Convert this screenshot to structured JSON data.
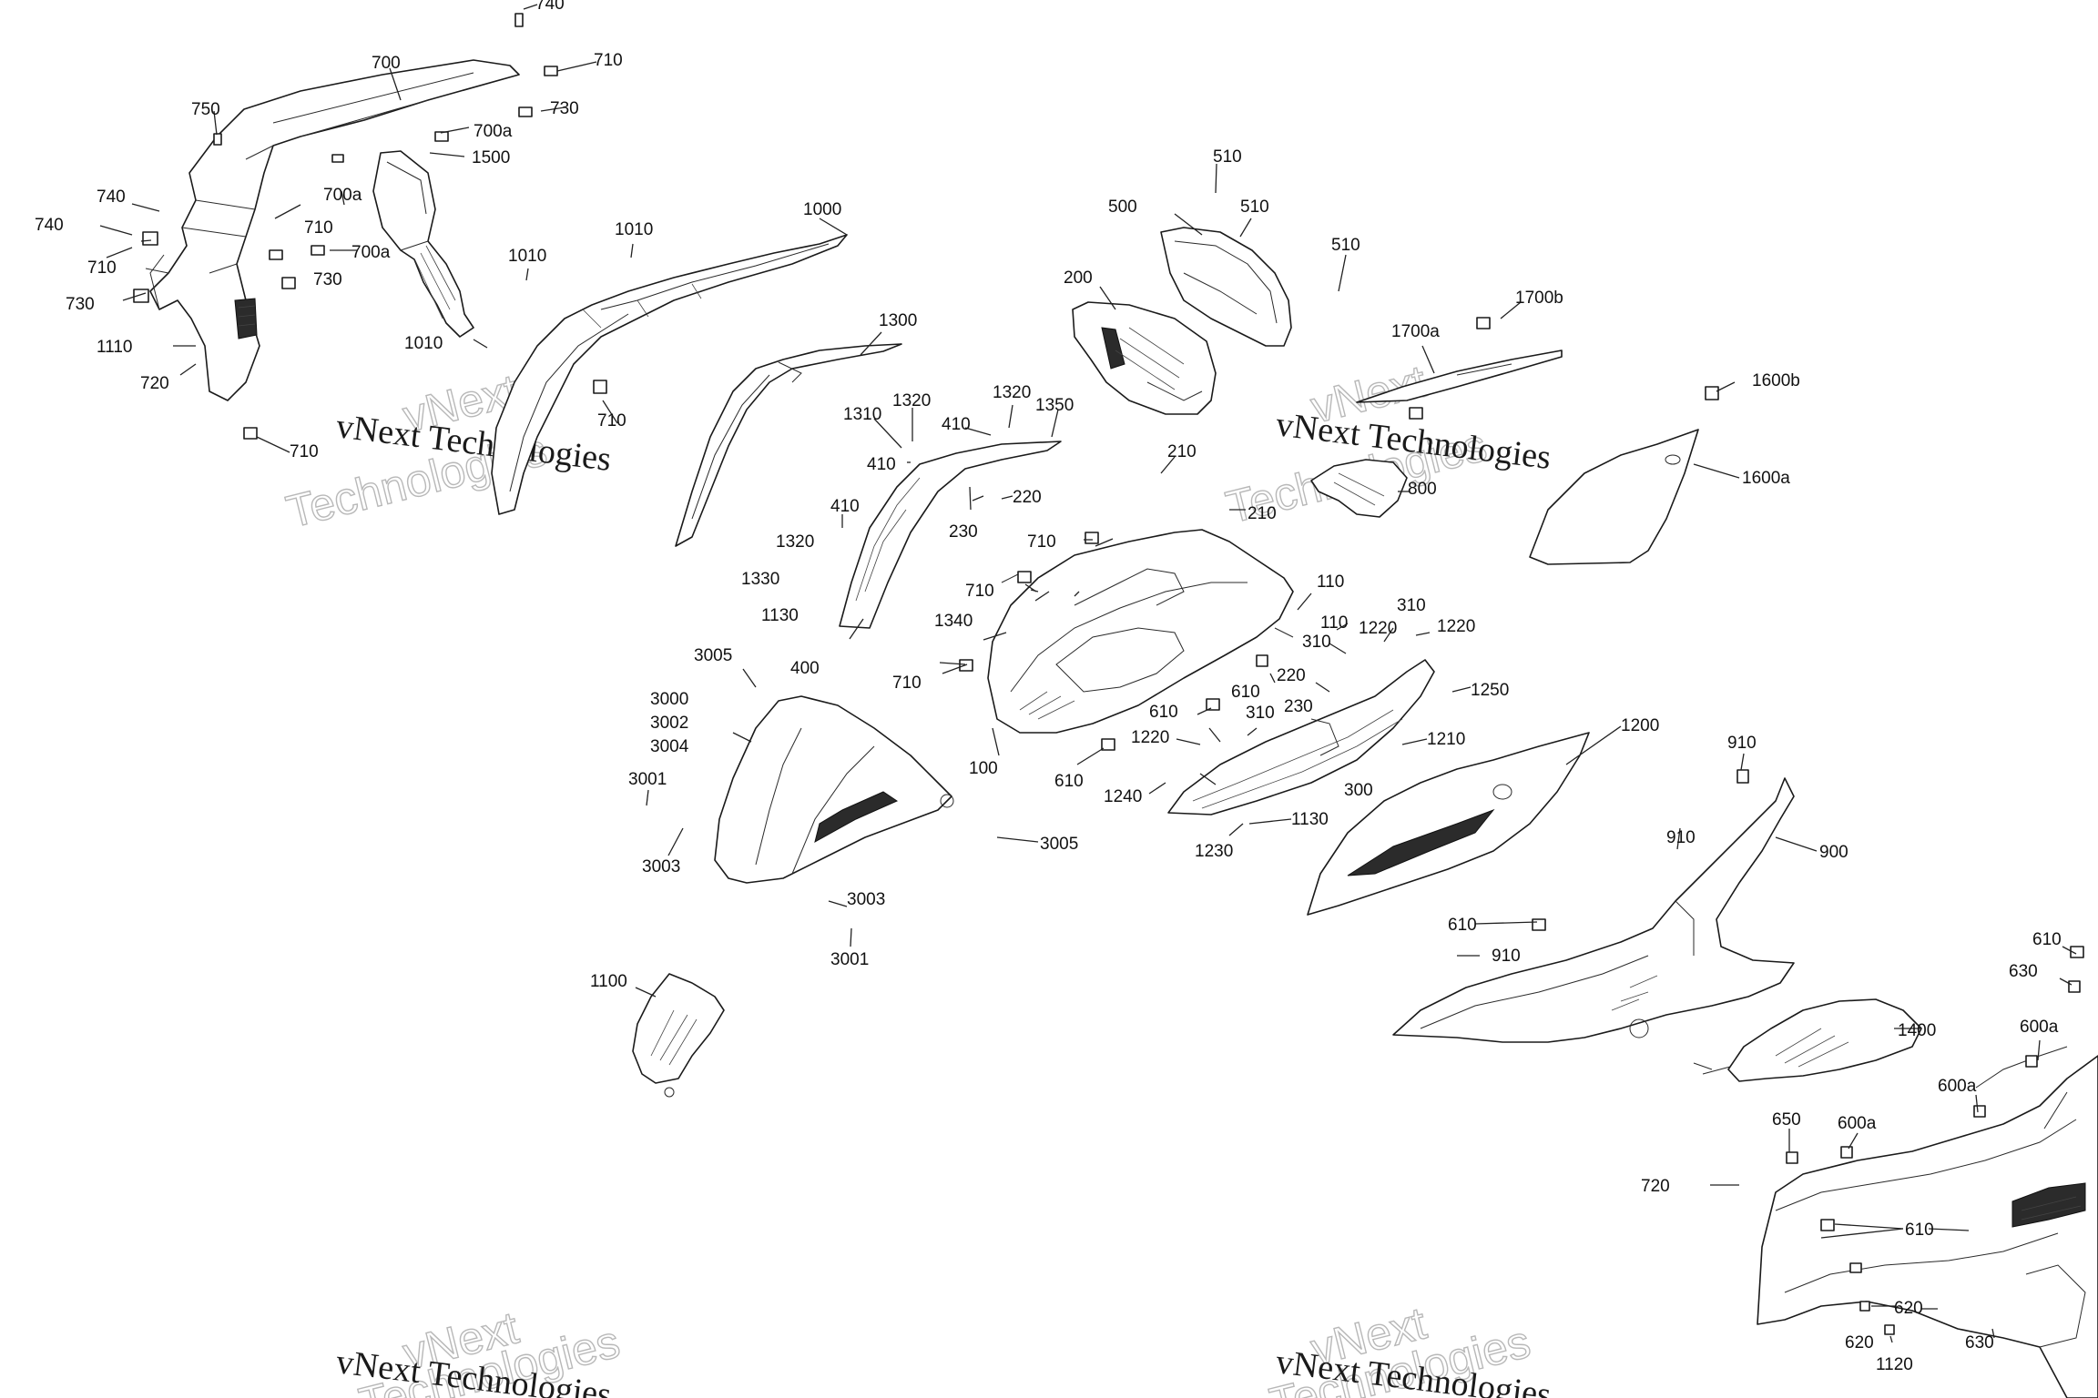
{
  "diagram": {
    "watermarks": {
      "serif_text": "vNext Technologies",
      "outline_line1": "vNext",
      "outline_line2": "Technologies"
    },
    "callouts": [
      {
        "id": "c740a",
        "text": "740"
      },
      {
        "id": "c700",
        "text": "700"
      },
      {
        "id": "c710a",
        "text": "710"
      },
      {
        "id": "c750",
        "text": "750"
      },
      {
        "id": "c730a",
        "text": "730"
      },
      {
        "id": "c700a1",
        "text": "700a"
      },
      {
        "id": "c1500",
        "text": "1500"
      },
      {
        "id": "c740b",
        "text": "740"
      },
      {
        "id": "c700a2",
        "text": "700a"
      },
      {
        "id": "c740c",
        "text": "740"
      },
      {
        "id": "c710b",
        "text": "710"
      },
      {
        "id": "c700a3",
        "text": "700a"
      },
      {
        "id": "c710c",
        "text": "710"
      },
      {
        "id": "c730b",
        "text": "730"
      },
      {
        "id": "c730c",
        "text": "730"
      },
      {
        "id": "c1110",
        "text": "1110"
      },
      {
        "id": "c720a",
        "text": "720"
      },
      {
        "id": "c710d",
        "text": "710"
      },
      {
        "id": "c1010a",
        "text": "1010"
      },
      {
        "id": "c1010b",
        "text": "1010"
      },
      {
        "id": "c1010c",
        "text": "1010"
      },
      {
        "id": "c1000",
        "text": "1000"
      },
      {
        "id": "c710e",
        "text": "710"
      },
      {
        "id": "c1300",
        "text": "1300"
      },
      {
        "id": "c1310",
        "text": "1310"
      },
      {
        "id": "c1320a",
        "text": "1320"
      },
      {
        "id": "c1320b",
        "text": "1320"
      },
      {
        "id": "c1350",
        "text": "1350"
      },
      {
        "id": "c410a",
        "text": "410"
      },
      {
        "id": "c410b",
        "text": "410"
      },
      {
        "id": "c410c",
        "text": "410"
      },
      {
        "id": "c220a",
        "text": "220"
      },
      {
        "id": "c230a",
        "text": "230"
      },
      {
        "id": "c1320c",
        "text": "1320"
      },
      {
        "id": "c1330",
        "text": "1330"
      },
      {
        "id": "c1130a",
        "text": "1130"
      },
      {
        "id": "c1340",
        "text": "1340"
      },
      {
        "id": "c400",
        "text": "400"
      },
      {
        "id": "c510a",
        "text": "510"
      },
      {
        "id": "c500",
        "text": "500"
      },
      {
        "id": "c510b",
        "text": "510"
      },
      {
        "id": "c510c",
        "text": "510"
      },
      {
        "id": "c200",
        "text": "200"
      },
      {
        "id": "c1700b",
        "text": "1700b"
      },
      {
        "id": "c1700a",
        "text": "1700a"
      },
      {
        "id": "c1600b",
        "text": "1600b"
      },
      {
        "id": "c1600a",
        "text": "1600a"
      },
      {
        "id": "c210a",
        "text": "210"
      },
      {
        "id": "c210b",
        "text": "210"
      },
      {
        "id": "c800",
        "text": "800"
      },
      {
        "id": "c710f",
        "text": "710"
      },
      {
        "id": "c710g",
        "text": "710"
      },
      {
        "id": "c110a",
        "text": "110"
      },
      {
        "id": "c110b",
        "text": "110"
      },
      {
        "id": "c310a",
        "text": "310"
      },
      {
        "id": "c310b",
        "text": "310"
      },
      {
        "id": "c1220a",
        "text": "1220"
      },
      {
        "id": "c1220b",
        "text": "1220"
      },
      {
        "id": "c3005a",
        "text": "3005"
      },
      {
        "id": "c710h",
        "text": "710"
      },
      {
        "id": "c3000",
        "text": "3000"
      },
      {
        "id": "c3002",
        "text": "3002"
      },
      {
        "id": "c3004",
        "text": "3004"
      },
      {
        "id": "c220b",
        "text": "220"
      },
      {
        "id": "c610a",
        "text": "610"
      },
      {
        "id": "c1250",
        "text": "1250"
      },
      {
        "id": "c610b",
        "text": "610"
      },
      {
        "id": "c310c",
        "text": "310"
      },
      {
        "id": "c230b",
        "text": "230"
      },
      {
        "id": "c1220c",
        "text": "1220"
      },
      {
        "id": "c1210",
        "text": "1210"
      },
      {
        "id": "c1200",
        "text": "1200"
      },
      {
        "id": "c100",
        "text": "100"
      },
      {
        "id": "c610c",
        "text": "610"
      },
      {
        "id": "c300",
        "text": "300"
      },
      {
        "id": "c3001a",
        "text": "3001"
      },
      {
        "id": "c1240",
        "text": "1240"
      },
      {
        "id": "c910a",
        "text": "910"
      },
      {
        "id": "c3003a",
        "text": "3003"
      },
      {
        "id": "c3005b",
        "text": "3005"
      },
      {
        "id": "c1130b",
        "text": "1130"
      },
      {
        "id": "c1230",
        "text": "1230"
      },
      {
        "id": "c910b",
        "text": "910"
      },
      {
        "id": "c900",
        "text": "900"
      },
      {
        "id": "c3003b",
        "text": "3003"
      },
      {
        "id": "c3001b",
        "text": "3001"
      },
      {
        "id": "c610d",
        "text": "610"
      },
      {
        "id": "c910c",
        "text": "910"
      },
      {
        "id": "c610e",
        "text": "610"
      },
      {
        "id": "c630a",
        "text": "630"
      },
      {
        "id": "c1100",
        "text": "1100"
      },
      {
        "id": "c1400",
        "text": "1400"
      },
      {
        "id": "c600a1",
        "text": "600a"
      },
      {
        "id": "c600a2",
        "text": "600a"
      },
      {
        "id": "c650",
        "text": "650"
      },
      {
        "id": "c600a3",
        "text": "600a"
      },
      {
        "id": "c720b",
        "text": "720"
      },
      {
        "id": "c610f",
        "text": "610"
      },
      {
        "id": "c620a",
        "text": "620"
      },
      {
        "id": "c620b",
        "text": "620"
      },
      {
        "id": "c630b",
        "text": "630"
      },
      {
        "id": "c1120",
        "text": "1120"
      }
    ]
  }
}
